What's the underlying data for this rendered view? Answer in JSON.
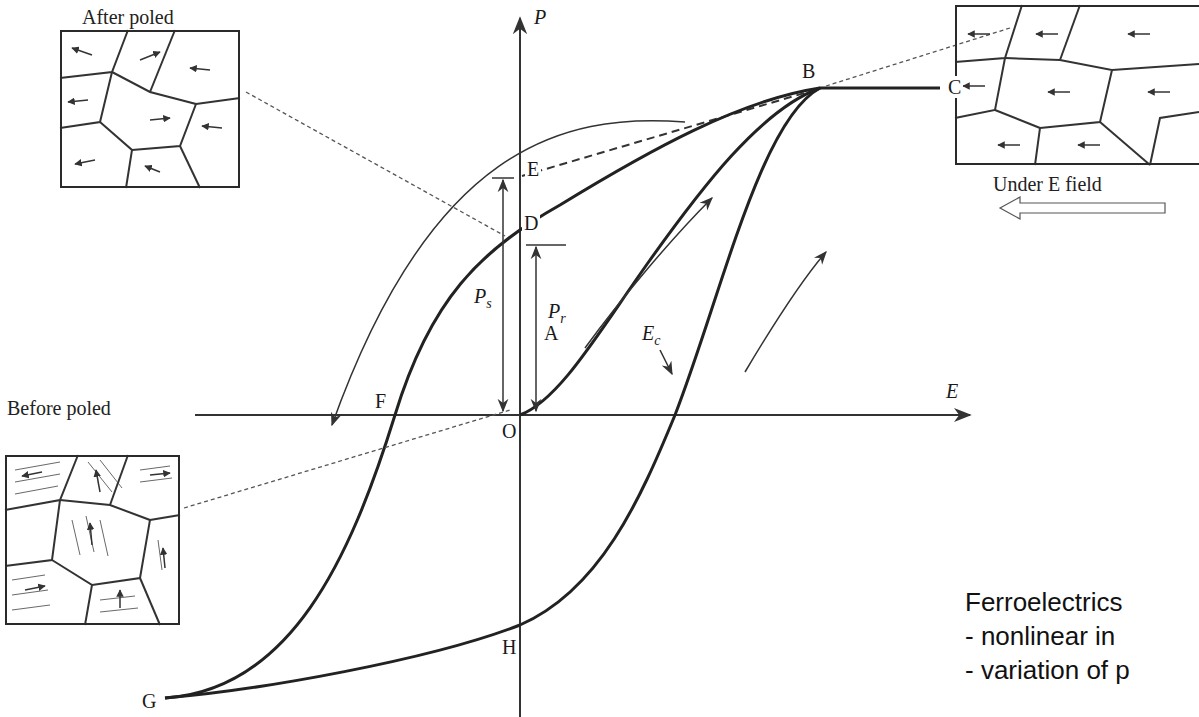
{
  "diagram": {
    "nodes": [
      {
        "text": [
          "After poled"
        ]
      },
      {
        "text": [
          "Under E field"
        ]
      },
      {
        "text": [
          "Before poled"
        ]
      }
    ],
    "labels": [
      "P",
      "E",
      "O",
      "E",
      "D",
      "B",
      "C",
      "A",
      "F",
      "H",
      "G",
      "Ps",
      "Pr",
      "Ec",
      "Ferroelectrics",
      "- nonlinear in",
      "- variation of p"
    ]
  }
}
